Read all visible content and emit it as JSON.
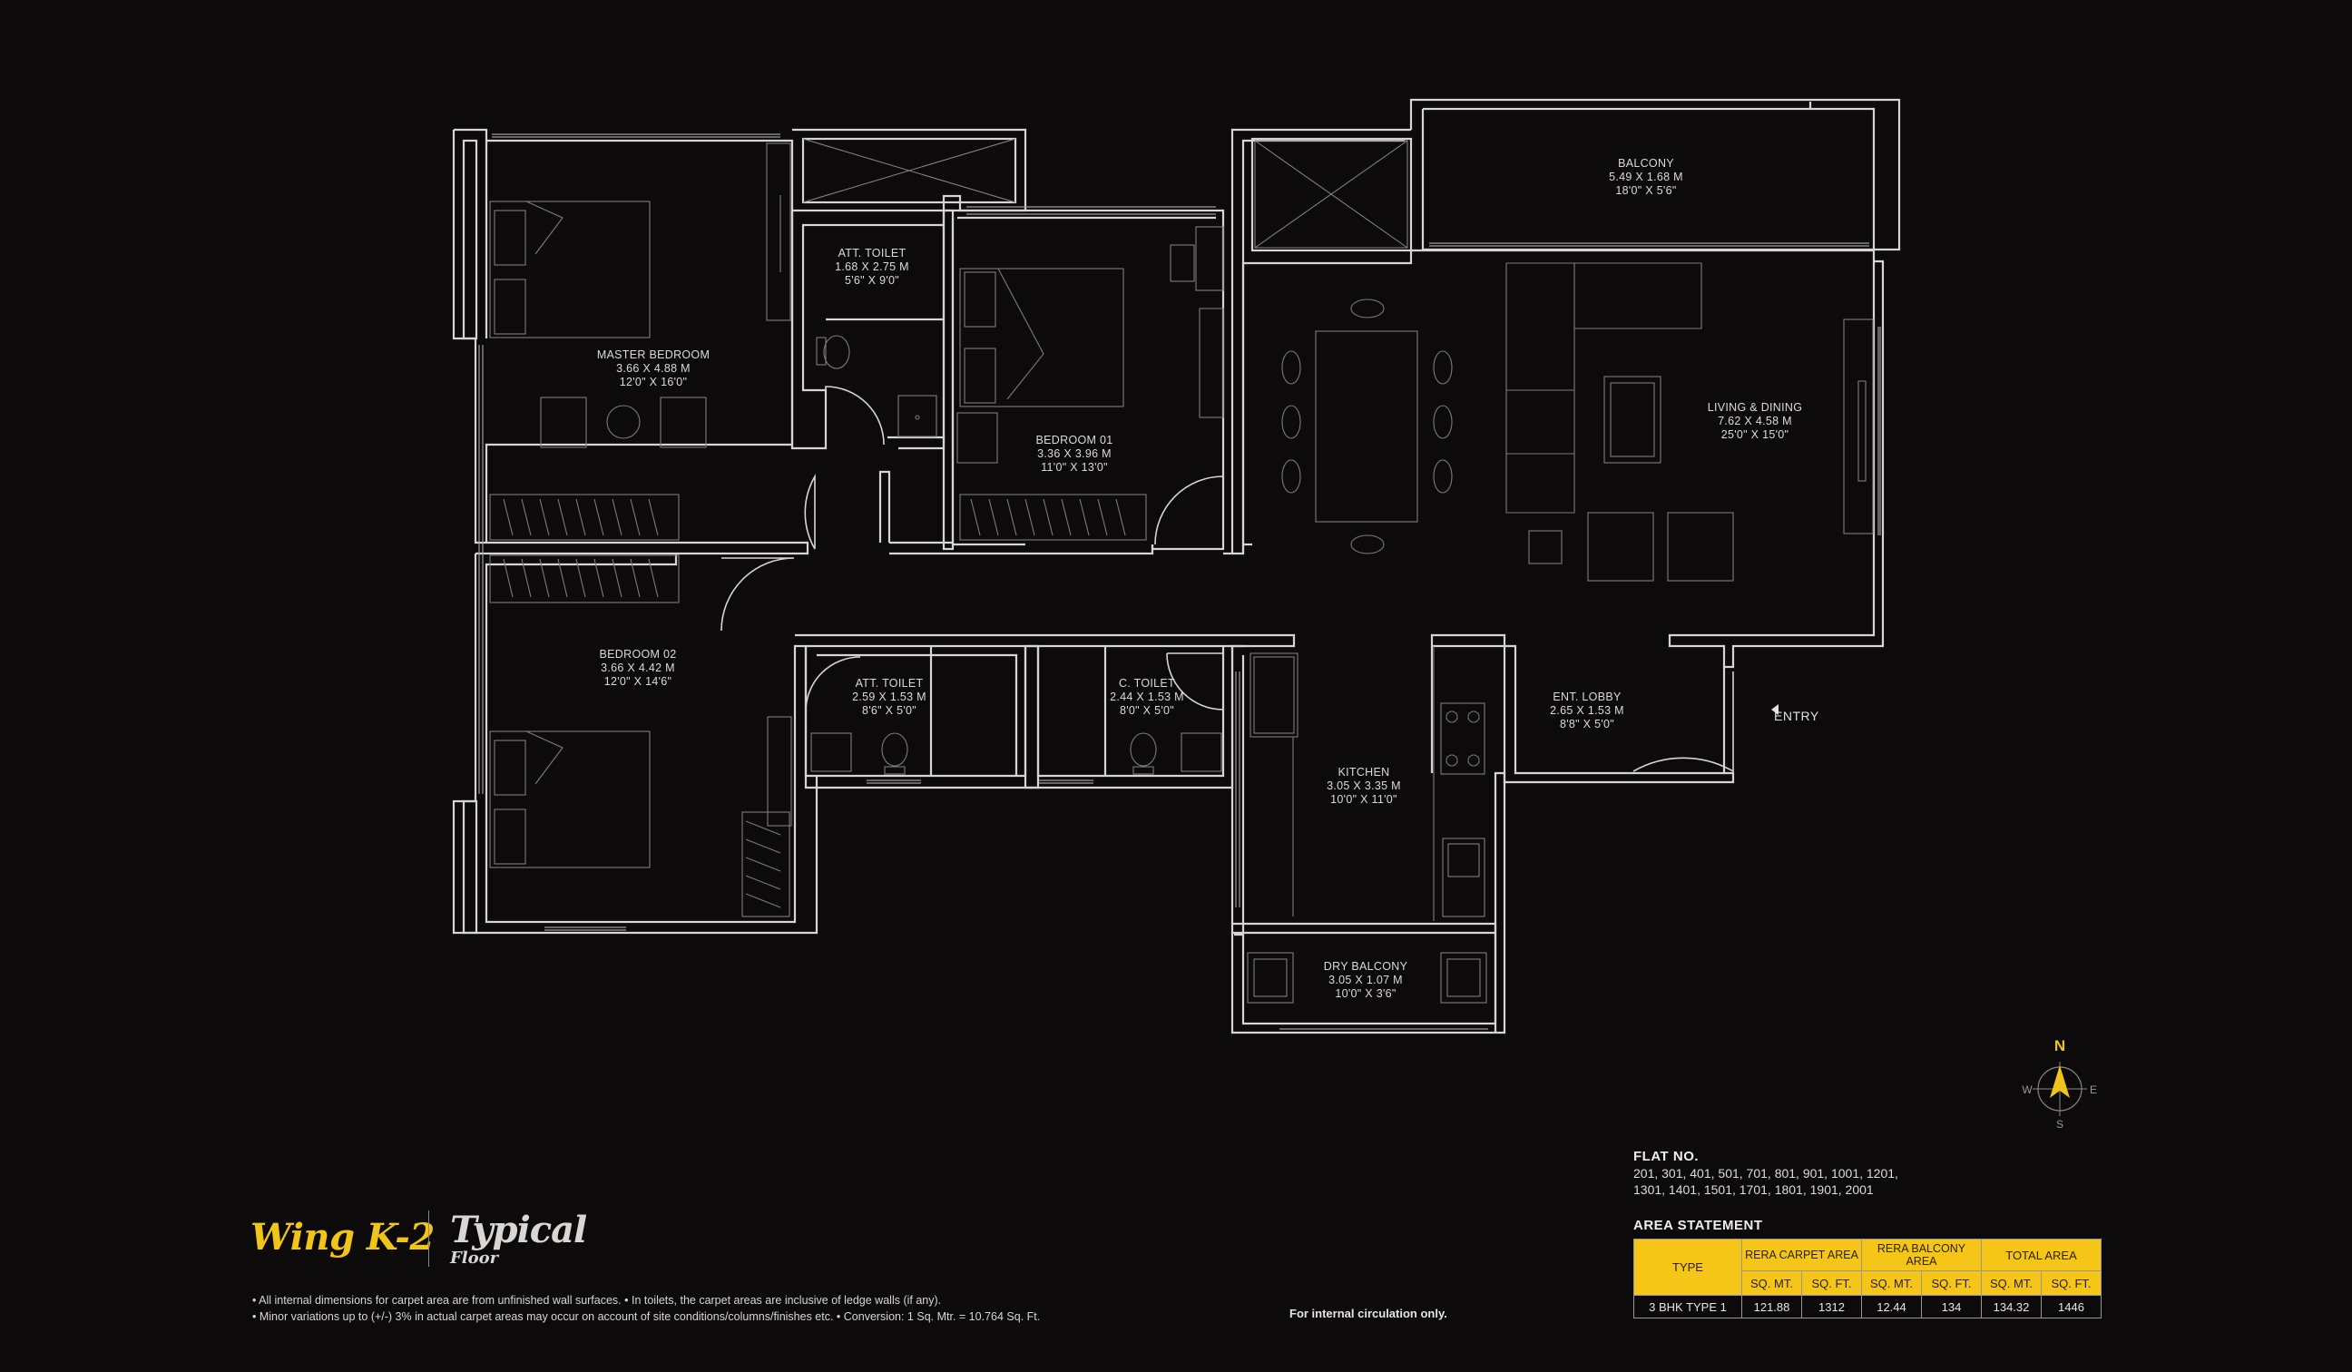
{
  "rooms": {
    "master_bedroom": {
      "name": "MASTER BEDROOM",
      "metric": "3.66 X 4.88 M",
      "imperial": "12'0\" X 16'0\""
    },
    "att_toilet_1": {
      "name": "ATT. TOILET",
      "metric": "1.68 X 2.75 M",
      "imperial": "5'6\" X 9'0\""
    },
    "bedroom_01": {
      "name": "BEDROOM 01",
      "metric": "3.36 X 3.96 M",
      "imperial": "11'0\" X 13'0\""
    },
    "balcony": {
      "name": "BALCONY",
      "metric": "5.49 X 1.68 M",
      "imperial": "18'0\" X 5'6\""
    },
    "living_dining": {
      "name": "LIVING & DINING",
      "metric": "7.62 X 4.58 M",
      "imperial": "25'0\" X 15'0\""
    },
    "bedroom_02": {
      "name": "BEDROOM 02",
      "metric": "3.66 X 4.42 M",
      "imperial": "12'0\" X 14'6\""
    },
    "att_toilet_2": {
      "name": "ATT. TOILET",
      "metric": "2.59 X 1.53 M",
      "imperial": "8'6\" X 5'0\""
    },
    "c_toilet": {
      "name": "C. TOILET",
      "metric": "2.44 X 1.53 M",
      "imperial": "8'0\" X 5'0\""
    },
    "ent_lobby": {
      "name": "ENT. LOBBY",
      "metric": "2.65 X 1.53 M",
      "imperial": "8'8\" X 5'0\""
    },
    "kitchen": {
      "name": "KITCHEN",
      "metric": "3.05 X 3.35 M",
      "imperial": "10'0\" X 11'0\""
    },
    "dry_balcony": {
      "name": "DRY BALCONY",
      "metric": "3.05 X 1.07 M",
      "imperial": "10'0\" X 3'6\""
    }
  },
  "entry_label": "ENTRY",
  "title": {
    "wing": "Wing K-2",
    "typical": "Typical",
    "floor": "Floor"
  },
  "notes": {
    "line1": "• All internal dimensions for carpet area are from unfinished wall surfaces. • In toilets, the carpet areas are inclusive of ledge walls (if any).",
    "line2": "• Minor variations up to (+/-) 3% in actual carpet areas may occur on account of site conditions/columns/finishes etc. • Conversion: 1 Sq. Mtr. = 10.764 Sq. Ft."
  },
  "circulation": "For internal circulation only.",
  "flat_no": {
    "heading": "FLAT NO.",
    "line1": "201, 301, 401, 501, 701, 801, 901, 1001, 1201,",
    "line2": "1301, 1401, 1501, 1701, 1801, 1901, 2001"
  },
  "area_statement": {
    "heading": "AREA STATEMENT",
    "type_header": "TYPE",
    "carpet_header": "RERA CARPET AREA",
    "balcony_header": "RERA BALCONY AREA",
    "total_header": "TOTAL AREA",
    "sqmt": "SQ. MT.",
    "sqft": "SQ. FT.",
    "row": {
      "type": "3 BHK TYPE 1",
      "carpet_sqmt": "121.88",
      "carpet_sqft": "1312",
      "balcony_sqmt": "12.44",
      "balcony_sqft": "134",
      "total_sqmt": "134.32",
      "total_sqft": "1446"
    }
  },
  "compass": {
    "n": "N",
    "s": "S",
    "e": "E",
    "w": "W"
  },
  "colors": {
    "background": "#0c0a0b",
    "wall": "#d8d6d6",
    "furniture": "#8a8686",
    "accent": "#f0c419"
  }
}
